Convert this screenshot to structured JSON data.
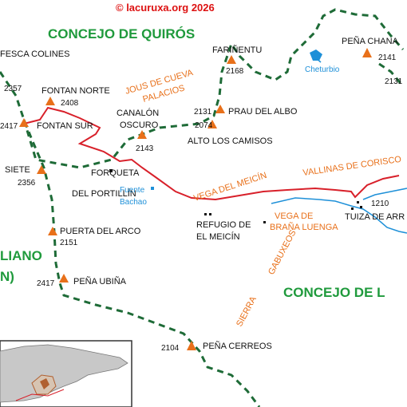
{
  "copyright": "© lacuruxa.org 2026",
  "regions": {
    "quiros": "CONCEJO DE QUIRÓS",
    "lena": "CONCEJO DE L",
    "left_top": "LIANO",
    "left_bottom": "N)"
  },
  "peaks": {
    "fesca_colines": {
      "name": "FESCA COLINES",
      "elev": ""
    },
    "p2357": {
      "name": "",
      "elev": "2357"
    },
    "fontan_norte": {
      "name": "FONTAN NORTE",
      "elev": "2408"
    },
    "fontan_sur": {
      "name": "FONTAN SUR",
      "elev": "2417"
    },
    "siete": {
      "name": "SIETE",
      "elev": "2356"
    },
    "puerta_arco": {
      "name": "PUERTA DEL ARCO",
      "elev": "2151"
    },
    "pena_ubina": {
      "name": "PEÑA UBIÑA",
      "elev": "2417"
    },
    "canalon_oscuro": {
      "name1": "CANALÓN",
      "name2": "OSCURO",
      "elev": "2143"
    },
    "alto_camisos": {
      "name": "ALTO LOS CAMISOS",
      "elev": "2074"
    },
    "prau_albo": {
      "name": "PRAU DEL ALBO",
      "elev": "2131"
    },
    "farinentu": {
      "name": "FARIÑENTU",
      "elev": "2168"
    },
    "pena_chana": {
      "name": "PEÑA CHANA",
      "elev": "2141"
    },
    "p2131r": {
      "name": "",
      "elev": "2131"
    },
    "pena_cerreos": {
      "name": "PEÑA CERREOS",
      "elev": "2104"
    }
  },
  "places": {
    "forqueta1": "FORQUETA",
    "forqueta2": "DEL PORTILLÍN",
    "refugio1": "REFUGIO DE",
    "refugio2": "EL MEICÍN",
    "tuiza": "TUIZA DE ARR",
    "tuiza_elev": "1210"
  },
  "orange_labels": {
    "jous1": "JOUS DE CUEVA",
    "jous2": "PALACIOS",
    "vega_meicin": "VEGA  DEL MEICÍN",
    "vallinas": "VALLINAS DE CORISCO",
    "brana1": "VEGA DE",
    "brana2": "BRAÑA LUENGA",
    "gabuxeos": "GABUXEOS",
    "sierra": "SIERRA"
  },
  "blue_labels": {
    "cheturbio": "Cheturbio",
    "fuente1": "Fuente",
    "fuente2": "Bachao"
  },
  "colors": {
    "route": "#d8202a",
    "boundary": "#1e6b37",
    "peak": "#e8701a",
    "water": "#1e90d8",
    "region": "#1f9a3c",
    "inset_land": "#c8c8c8"
  }
}
